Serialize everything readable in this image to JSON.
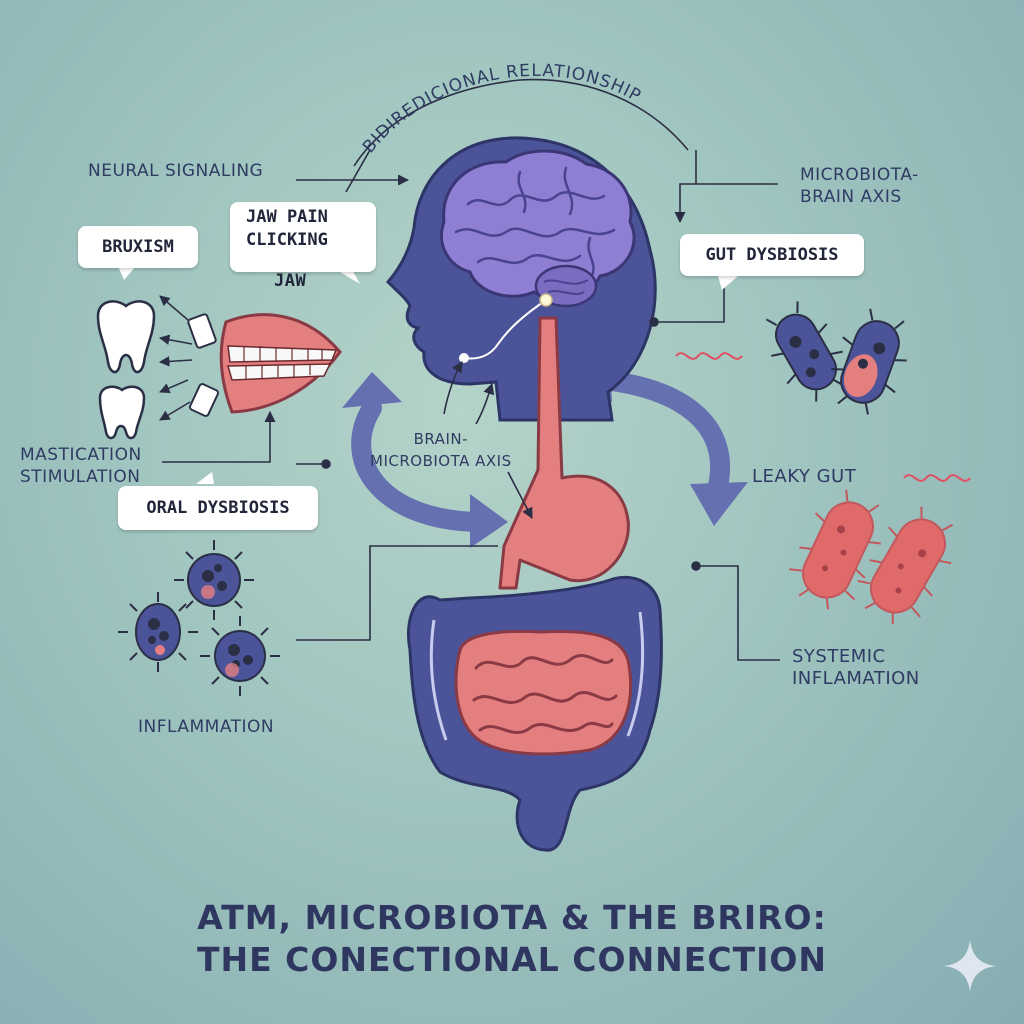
{
  "labels": {
    "bidirectional": "BIDIREDICIONAL RELATIONSHIP",
    "neural_signaling": "NEURAL SIGNALING",
    "microbiota_brain_axis": [
      "MICROBIOTA-",
      "BRAIN AXIS"
    ],
    "brain_microbiota_axis": [
      "BRAIN-",
      "MICROBIOTA AXIS"
    ],
    "mastication": [
      "MASTICATION",
      "STIMULATION"
    ],
    "leaky_gut": "LEAKY GUT",
    "systemic_inflammation": [
      "SYSTEMIC",
      "INFLAMATION"
    ],
    "inflammation": "INFLAMMATION"
  },
  "bubbles": {
    "bruxism": "BRUXISM",
    "jaw_pain": [
      "JAW PAIN",
      "CLICKING",
      "JAW"
    ],
    "gut_dysbiosis": "GUT DYSBIOSIS",
    "oral_dysbiosis": "ORAL DYSBIOSIS"
  },
  "title": {
    "line1": "ATM, MICROBIOTA & THE BRIRO:",
    "line2": "THE CONECTIONAL CONNECTION"
  },
  "colors": {
    "background": "#9fc4bf",
    "navy": "#4b5499",
    "brain": "#8f7fd4",
    "gut_pink": "#e47f7f",
    "text": "#2f3b63"
  },
  "icons": [
    "tooth-icon",
    "bacteria-icon",
    "sparkle-icon"
  ]
}
